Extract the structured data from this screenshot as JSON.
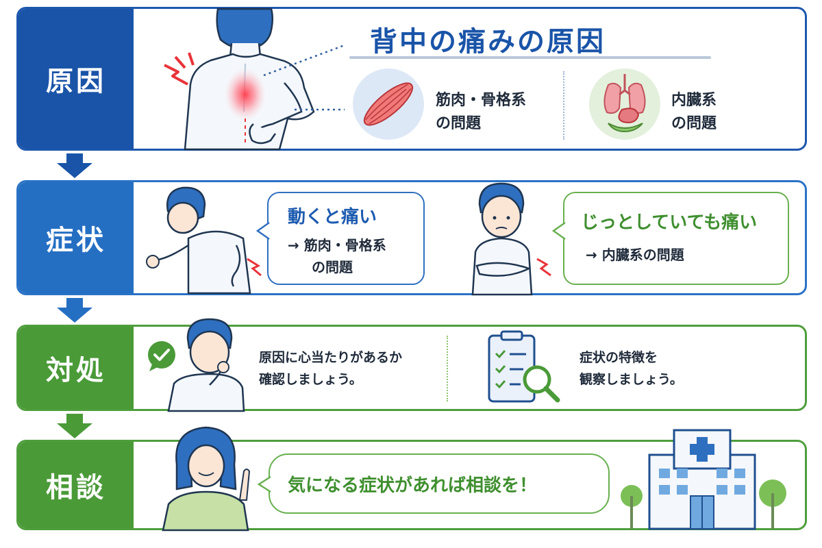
{
  "steps": [
    {
      "label": "原因"
    },
    {
      "label": "症状"
    },
    {
      "label": "対処"
    },
    {
      "label": "相談"
    }
  ],
  "cause": {
    "title": "背中の痛みの原因",
    "musculo_line1": "筋肉・骨格系",
    "musculo_line2": "の問題",
    "internal_line1": "内臓系",
    "internal_line2": "の問題"
  },
  "symptom": {
    "moving_title": "動くと痛い",
    "moving_line1": "→ 筋肉・骨格系",
    "moving_line2": "の問題",
    "still_title": "じっとしていても痛い",
    "still_line1": "→ 内臓系の問題"
  },
  "action": {
    "check_line1": "原因に心当たりがあるか",
    "check_line2": "確認しましょう。",
    "observe_line1": "症状の特徴を",
    "observe_line2": "観察しましょう。"
  },
  "consult": {
    "message": "気になる症状があれば相談を！"
  },
  "colors": {
    "navy": "#1a54a8",
    "blue": "#256fc3",
    "green": "#4a9a38",
    "pain_red": "#e8343a"
  }
}
